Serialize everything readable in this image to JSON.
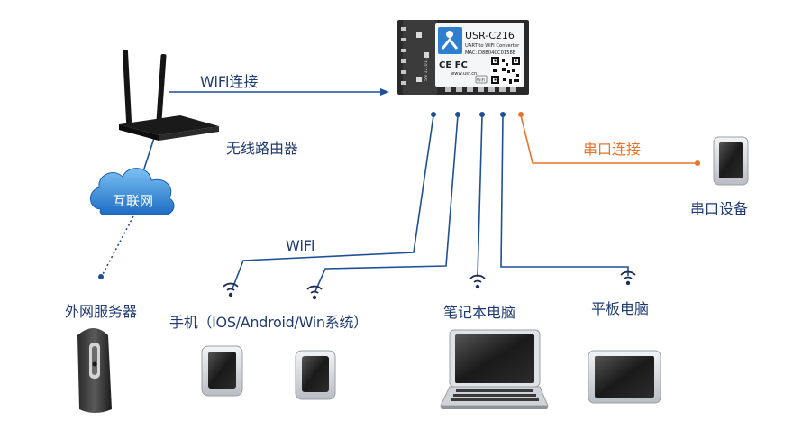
{
  "module": {
    "model": "USR-C216",
    "subtitle": "UART to WiFi Converter",
    "mac": "MAC: D8B04CC0158E",
    "url": "www.usr.cn",
    "side_text": "SN 12.01101",
    "ce_mark": "CE FC",
    "wifi_logo": "WiFi"
  },
  "labels": {
    "wifi_link": "WiFi连接",
    "router": "无线路由器",
    "internet": "互联网",
    "server": "外网服务器",
    "wifi": "WiFi",
    "phone": "手机（IOS/Android/Win系统）",
    "laptop": "笔记本电脑",
    "tablet": "平板电脑",
    "serial_link": "串口连接",
    "serial_device": "串口设备"
  },
  "colors": {
    "line_blue": "#1f4f96",
    "line_orange": "#e8732a",
    "text_blue": "#1f3b72",
    "cloud_blue": "#2f7fd0"
  }
}
